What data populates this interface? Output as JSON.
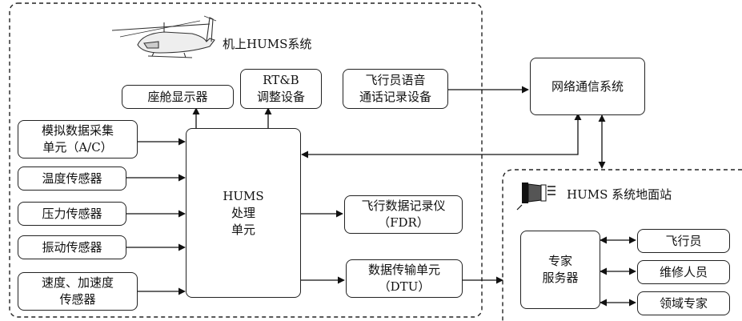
{
  "diagram": {
    "onboard_title": "机上HUMS系统",
    "ground_title": "HUMS 系统地面站",
    "nodes": {
      "cockpit_display": [
        "座舱显示器"
      ],
      "rtb_device": [
        "RT&B",
        "调整设备"
      ],
      "voice_recorder": [
        "飞行员语音",
        "通话记录设备"
      ],
      "network": [
        "网络通信系统"
      ],
      "analog_acq": [
        "模拟数据采集",
        "单元（A/C）"
      ],
      "temp_sensor": [
        "温度传感器"
      ],
      "pressure_sensor": [
        "压力传感器"
      ],
      "vibration_sensor": [
        "振动传感器"
      ],
      "speed_sensor": [
        "速度、加速度",
        "传感器"
      ],
      "processing_unit": [
        "HUMS",
        "处理",
        "单元"
      ],
      "fdr": [
        "飞行数据记录仪",
        "（FDR）"
      ],
      "dtu": [
        "数据传输单元",
        "（DTU）"
      ],
      "expert_server": [
        "专家",
        "服务器"
      ],
      "pilot": [
        "飞行员"
      ],
      "maintenance": [
        "维修人员"
      ],
      "domain_expert": [
        "领域专家"
      ]
    }
  }
}
